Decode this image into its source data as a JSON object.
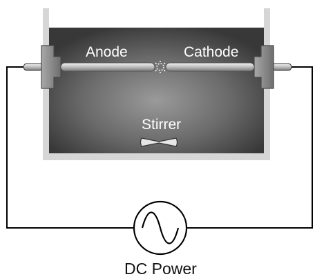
{
  "labels": {
    "anode": "Anode",
    "cathode": "Cathode",
    "stirrer": "Stirrer",
    "power": "DC Power"
  },
  "colors": {
    "tank_outer": "#d6d6d6",
    "tank_liquid_center": "#8a8a8a",
    "tank_liquid_edge": "#3a3a3a",
    "clamp": "#8c8c8c",
    "electrode": "#d8d8d8",
    "wire": "#000000",
    "spark": "#f2f2f2"
  },
  "icons": {
    "power_symbol": "ac-sine-source-icon",
    "stirrer": "stir-bar-icon",
    "spark": "plasma-spark-icon"
  }
}
